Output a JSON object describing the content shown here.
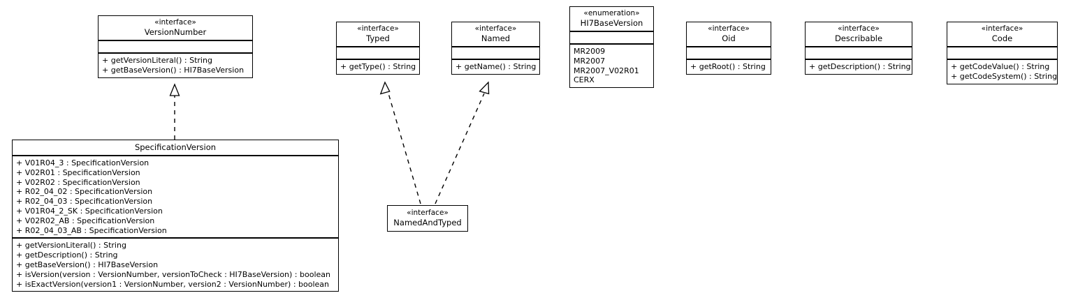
{
  "diagram": {
    "title": "UML Class Diagram",
    "type": "uml-class-diagram",
    "background_color": "#ffffff",
    "line_color": "#000000"
  },
  "classes": {
    "version_number": {
      "stereotype": "«interface»",
      "name": "VersionNumber",
      "attributes": [],
      "operations": [
        "+ getVersionLiteral() : String",
        "+ getBaseVersion() : HI7BaseVersion"
      ]
    },
    "typed": {
      "stereotype": "«interface»",
      "name": "Typed",
      "attributes": [],
      "operations": [
        "+ getType() : String"
      ]
    },
    "named": {
      "stereotype": "«interface»",
      "name": "Named",
      "attributes": [],
      "operations": [
        "+ getName() : String"
      ]
    },
    "hl7_base_version": {
      "stereotype": "«enumeration»",
      "name": "HI7BaseVersion",
      "attributes": [],
      "operations": [
        "MR2009",
        "MR2007",
        "MR2007_V02R01",
        "CERX"
      ]
    },
    "oid": {
      "stereotype": "«interface»",
      "name": "Oid",
      "attributes": [],
      "operations": [
        "+ getRoot() : String"
      ]
    },
    "describable": {
      "stereotype": "«interface»",
      "name": "Describable",
      "attributes": [],
      "operations": [
        "+ getDescription() : String"
      ]
    },
    "code": {
      "stereotype": "«interface»",
      "name": "Code",
      "attributes": [],
      "operations": [
        "+ getCodeValue() : String",
        "+ getCodeSystem() : String"
      ]
    },
    "specification_version": {
      "stereotype": "",
      "name": "SpecificationVersion",
      "attributes": [
        "+ V01R04_3 : SpecificationVersion",
        "+ V02R01 : SpecificationVersion",
        "+ V02R02 : SpecificationVersion",
        "+ R02_04_02 : SpecificationVersion",
        "+ R02_04_03 : SpecificationVersion",
        "+ V01R04_2_SK : SpecificationVersion",
        "+ V02R02_AB : SpecificationVersion",
        "+ R02_04_03_AB : SpecificationVersion"
      ],
      "operations": [
        "+ getVersionLiteral() : String",
        "+ getDescription() : String",
        "+ getBaseVersion() : HI7BaseVersion",
        "+ isVersion(version : VersionNumber, versionToCheck : HI7BaseVersion) : boolean",
        "+ isExactVersion(version1 : VersionNumber, version2 : VersionNumber) : boolean"
      ]
    },
    "named_and_typed": {
      "stereotype": "«interface»",
      "name": "NamedAndTyped",
      "attributes": [],
      "operations": []
    }
  },
  "relationships": [
    {
      "kind": "realization",
      "from": "specification_version",
      "to": "version_number",
      "style": "dashed-hollow-triangle"
    },
    {
      "kind": "realization",
      "from": "named_and_typed",
      "to": "typed",
      "style": "dashed-hollow-triangle"
    },
    {
      "kind": "realization",
      "from": "named_and_typed",
      "to": "named",
      "style": "dashed-hollow-triangle"
    }
  ]
}
